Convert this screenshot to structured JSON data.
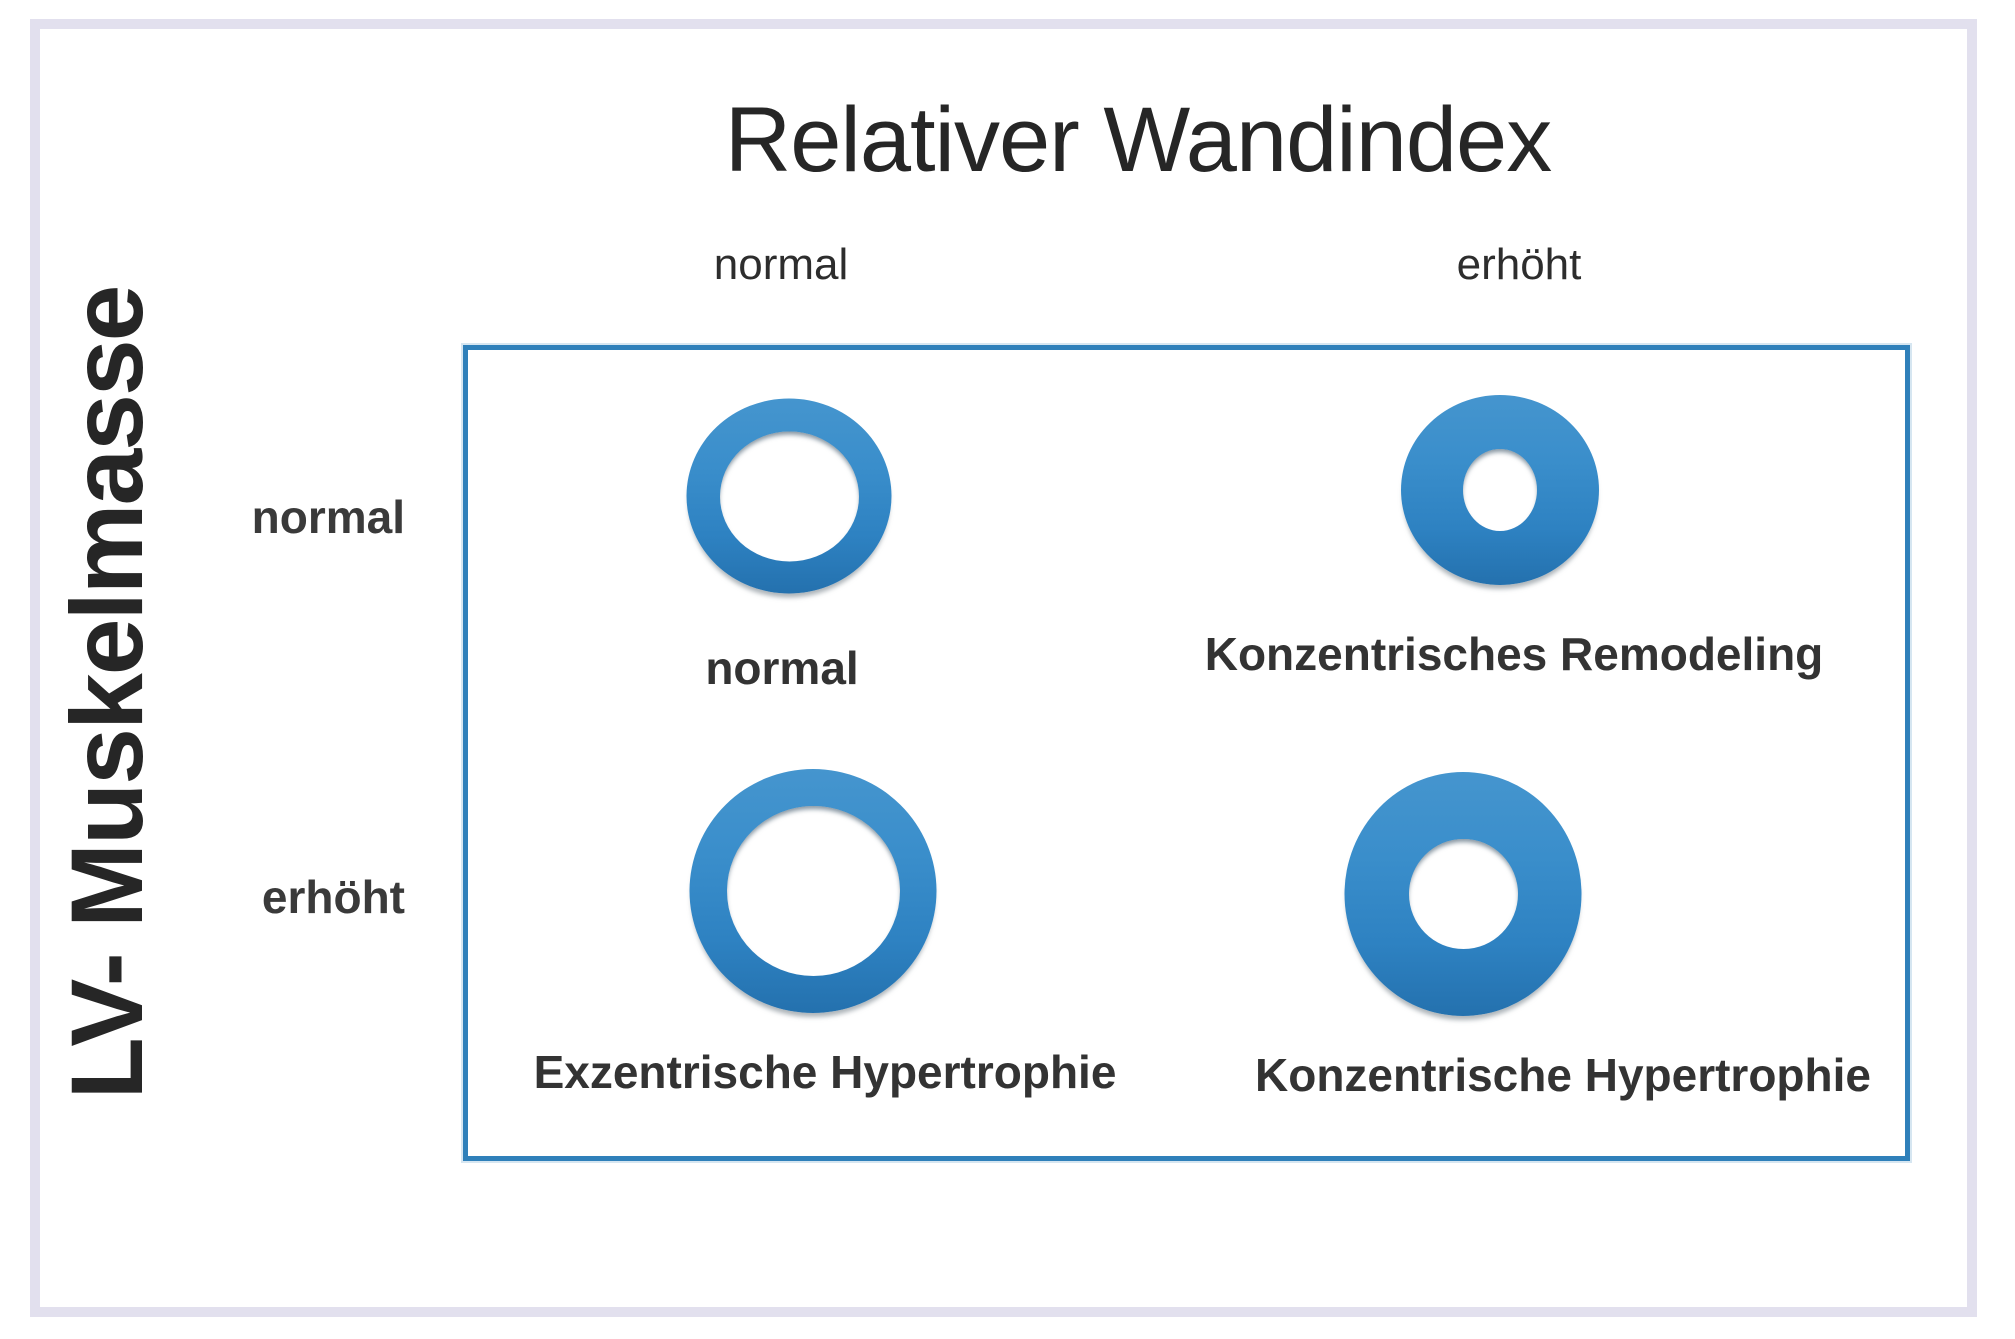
{
  "diagram": {
    "title": "Relativer Wandindex",
    "y_axis_label": "LV- Muskelmasse",
    "column_labels": [
      "normal",
      "erhöht"
    ],
    "row_labels": [
      "normal",
      "erhöht"
    ],
    "cells": [
      {
        "row": "normal",
        "column": "normal",
        "label": "normal",
        "ring": {
          "outer_w": 205,
          "outer_h": 195,
          "hole_w": 139,
          "hole_h": 130
        }
      },
      {
        "row": "normal",
        "column": "erhöht",
        "label": "Konzentrisches Remodeling",
        "ring": {
          "outer_w": 198,
          "outer_h": 190,
          "hole_w": 74,
          "hole_h": 82
        }
      },
      {
        "row": "erhöht",
        "column": "normal",
        "label": "Exzentrische Hypertrophie",
        "ring": {
          "outer_w": 247,
          "outer_h": 244,
          "hole_w": 173,
          "hole_h": 170
        }
      },
      {
        "row": "erhöht",
        "column": "erhöht",
        "label": "Konzentrische Hypertrophie",
        "ring": {
          "outer_w": 237,
          "outer_h": 244,
          "hole_w": 109,
          "hole_h": 110
        }
      }
    ],
    "colors": {
      "ring_blue": "#3388c7",
      "box_border": "#2f80ba",
      "page_frame": "#e2e0ee",
      "text": "#2a2a2a"
    }
  }
}
